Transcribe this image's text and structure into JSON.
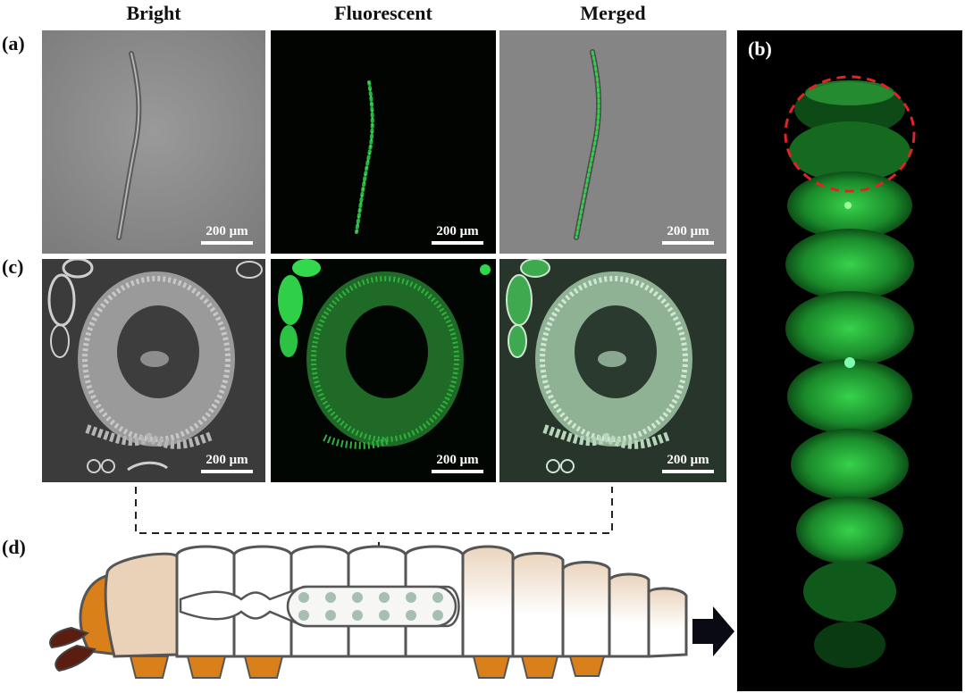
{
  "columns": [
    "Bright",
    "Fluorescent",
    "Merged"
  ],
  "panel_labels": {
    "a": "(a)",
    "b": "(b)",
    "c": "(c)",
    "d": "(d)"
  },
  "scale_bar": "200 μm",
  "colors": {
    "fluorescence": "#2fd84a",
    "annotation_circle": "#e02424",
    "bright_field": "#8c8c8c",
    "larva_head": "#d9801a",
    "larva_thorax": "#ead2b8",
    "larva_outline": "#555555"
  }
}
